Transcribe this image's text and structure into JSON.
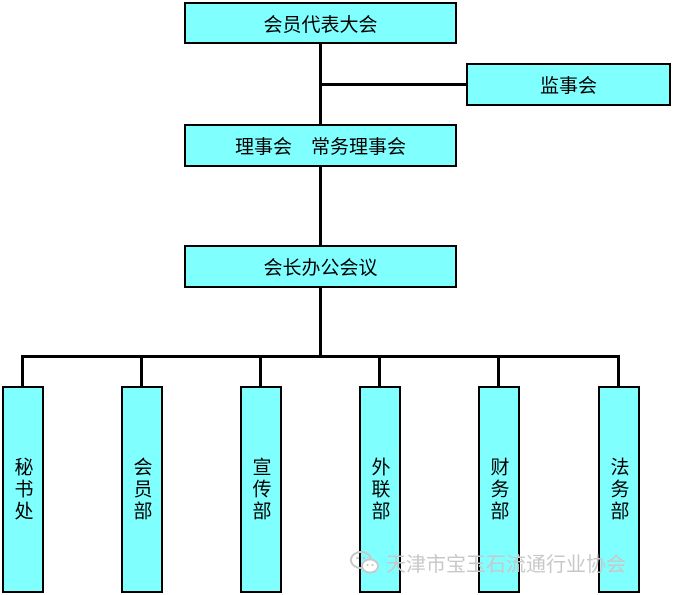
{
  "nodes": {
    "assembly": "会员代表大会",
    "supervisors": "监事会",
    "council": "理事会　常务理事会",
    "president_meeting": "会长办公会议",
    "departments": [
      {
        "label": "秘书处"
      },
      {
        "label": "会员部"
      },
      {
        "label": "宣传部"
      },
      {
        "label": "外联部"
      },
      {
        "label": "财务部"
      },
      {
        "label": "法务部"
      }
    ]
  },
  "watermark": "天津市宝玉石流通行业协会",
  "colors": {
    "box_fill": "#80FFFF",
    "line": "#000000",
    "watermark": "#c8c8c8"
  }
}
